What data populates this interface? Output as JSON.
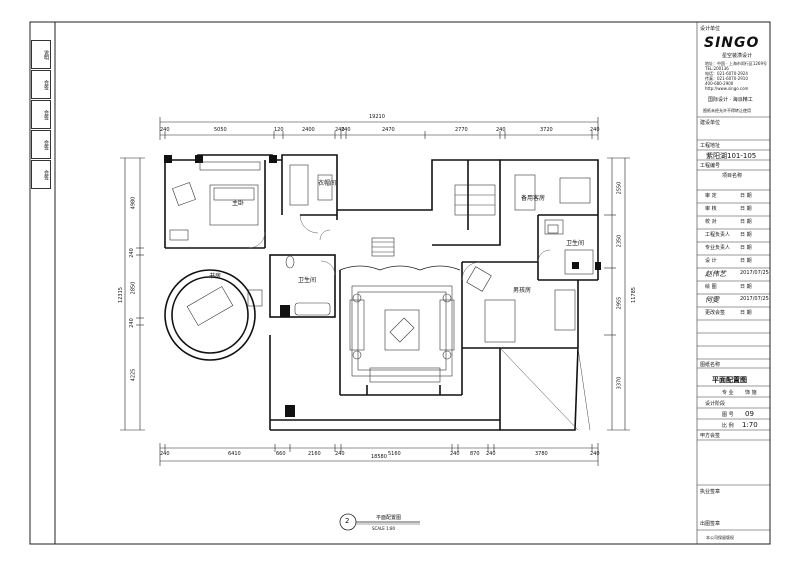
{
  "plan": {
    "rooms": {
      "master_bedroom": "主卧",
      "walk_in_closet": "衣帽间",
      "guest_room": "备用客房",
      "bath_right": "卫生间",
      "study": "书房",
      "bath_left": "卫生间",
      "boys_room": "男孩房"
    },
    "dims_top": [
      "240",
      "5050",
      "120",
      "2400",
      "240",
      "240",
      "2470",
      "2770",
      "240",
      "3720",
      "240"
    ],
    "dim_top_total": "19210",
    "dims_bottom": [
      "240",
      "6410",
      "660",
      "2160",
      "240",
      "5160",
      "240",
      "870",
      "240",
      "3780",
      "240"
    ],
    "dim_bottom_total": "18580",
    "dims_left": [
      "4980",
      "240",
      "2850",
      "240",
      "4225"
    ],
    "dim_left_total": "12315",
    "dims_right": [
      "2550",
      "2350",
      "2955",
      "3370"
    ],
    "dim_right_total": "11785",
    "drawing_title": "平面配置图",
    "drawing_number": "2",
    "scale_label": "SCALE   1:80"
  },
  "side_labels": [
    "说明",
    "会签",
    "会签",
    "会签",
    "会签"
  ],
  "title_block": {
    "design_unit_label": "设计单位",
    "logo_text": "SINGO",
    "logo_sub": "星空装潢设计",
    "addresses": [
      "地址：中国 · 上海市闵行区1269号",
      "TEL:200136",
      "电话：021-6070-2924",
      "传真：021-6070-2910",
      "400-680-2900",
      "http://www.singo.com"
    ],
    "slogan": "国际设计 · 海派精工",
    "company": "图纸未经允许不得转让使用",
    "client_label": "建设单位",
    "project_address_label": "工程地址",
    "project_address": "紫阳湖101-105",
    "project_no_label": "工程编号",
    "project_name_label": "项目名称",
    "rows": [
      {
        "label": "审  定",
        "date": "日 期"
      },
      {
        "label": "审  核",
        "date": "日 期"
      },
      {
        "label": "校  对",
        "date": "日 期"
      },
      {
        "label": "工程负责人",
        "date": "日 期"
      },
      {
        "label": "专业负责人",
        "date": "日 期"
      },
      {
        "label": "设  计",
        "date": "日 期"
      },
      {
        "label": "",
        "date": "2017/07/25",
        "sign": "赵伟艺"
      },
      {
        "label": "绘  图",
        "date": "日 期"
      },
      {
        "label": "",
        "date": "2017/07/25",
        "sign": "何雯"
      },
      {
        "label": "更改会签",
        "date": "日 期"
      }
    ],
    "drawing_name_label": "图纸名称",
    "drawing_name": "平面配置图",
    "specialty_label": "专  业",
    "specialty": "饰 施",
    "phase_label": "设计阶段",
    "number_label": "图  号",
    "number": "09",
    "scale_label": "比  例",
    "scale": "1:70",
    "party_a_label": "甲方会签",
    "practice_seal_label": "执业签章",
    "drawing_seal_label": "出图签章",
    "footer": "本公司保留版权"
  }
}
